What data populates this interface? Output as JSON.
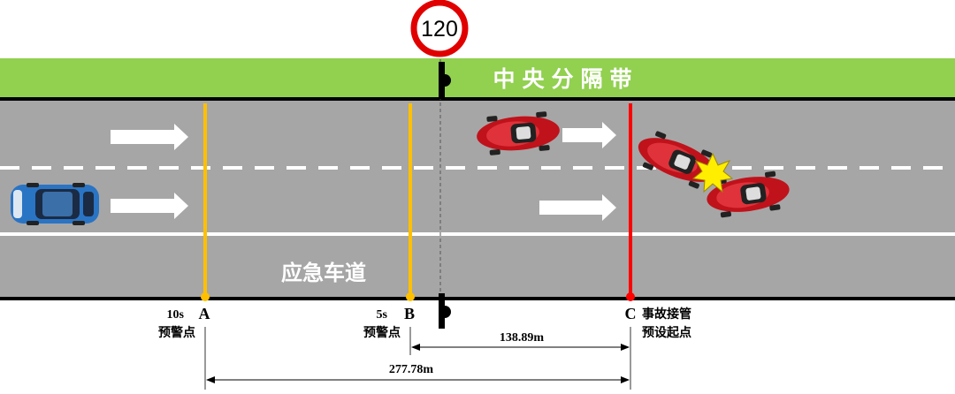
{
  "sign": {
    "speed_limit": "120"
  },
  "median": {
    "label": "中央分隔带"
  },
  "shoulder": {
    "label": "应急车道"
  },
  "points": {
    "a": {
      "letter": "A",
      "time": "10s",
      "desc": "预警点"
    },
    "b": {
      "letter": "B",
      "time": "5s",
      "desc": "预警点"
    },
    "c": {
      "letter": "C",
      "desc_line1": "事故接管",
      "desc_line2": "预设起点"
    }
  },
  "distances": {
    "bc": "138.89m",
    "ac": "277.78m"
  },
  "colors": {
    "median_green": "#92d050",
    "road_gray": "#a6a6a6",
    "warning_line": "#ffc000",
    "takeover_line": "#ff0000",
    "sign_ring": "#e00000"
  },
  "icons": [
    "direction-arrow-icon",
    "blue-car-icon",
    "red-car-icon",
    "collision-burst-icon",
    "speed-limit-sign-icon"
  ]
}
